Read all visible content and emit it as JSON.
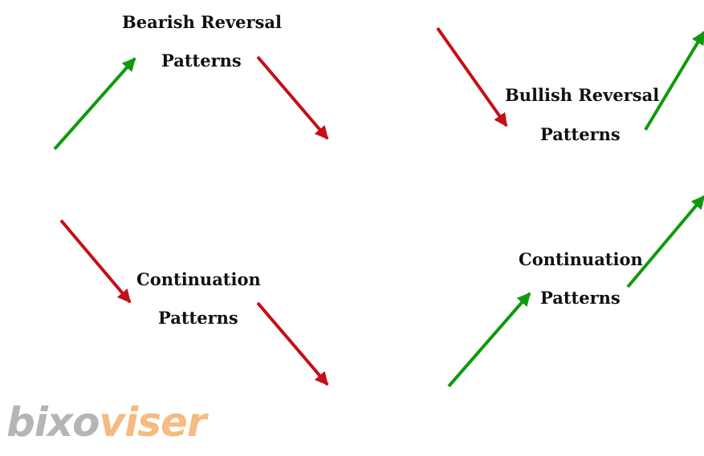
{
  "labels": {
    "bearish_line1": "Bearish Reversal",
    "bearish_line2": "Patterns",
    "bullish_line1": "Bullish Reversal",
    "bullish_line2": "Patterns",
    "cont_left_line1": "Continuation",
    "cont_left_line2": "Patterns",
    "cont_right_line1": "Continuation",
    "cont_right_line2": "Patterns"
  },
  "colors": {
    "up_arrow": "#0e9a0e",
    "down_arrow": "#c40f16"
  },
  "arrows": [
    {
      "name": "bearish-up-arrow",
      "direction": "up"
    },
    {
      "name": "bearish-down-arrow",
      "direction": "down"
    },
    {
      "name": "bullish-down-arrow",
      "direction": "down"
    },
    {
      "name": "bullish-up-arrow",
      "direction": "up"
    },
    {
      "name": "continuation-left-first-down-arrow",
      "direction": "down"
    },
    {
      "name": "continuation-left-second-down-arrow",
      "direction": "down"
    },
    {
      "name": "continuation-right-first-up-arrow",
      "direction": "up"
    },
    {
      "name": "continuation-right-second-up-arrow",
      "direction": "up"
    }
  ],
  "logo": {
    "part1": "bixo",
    "part2": "viser"
  }
}
